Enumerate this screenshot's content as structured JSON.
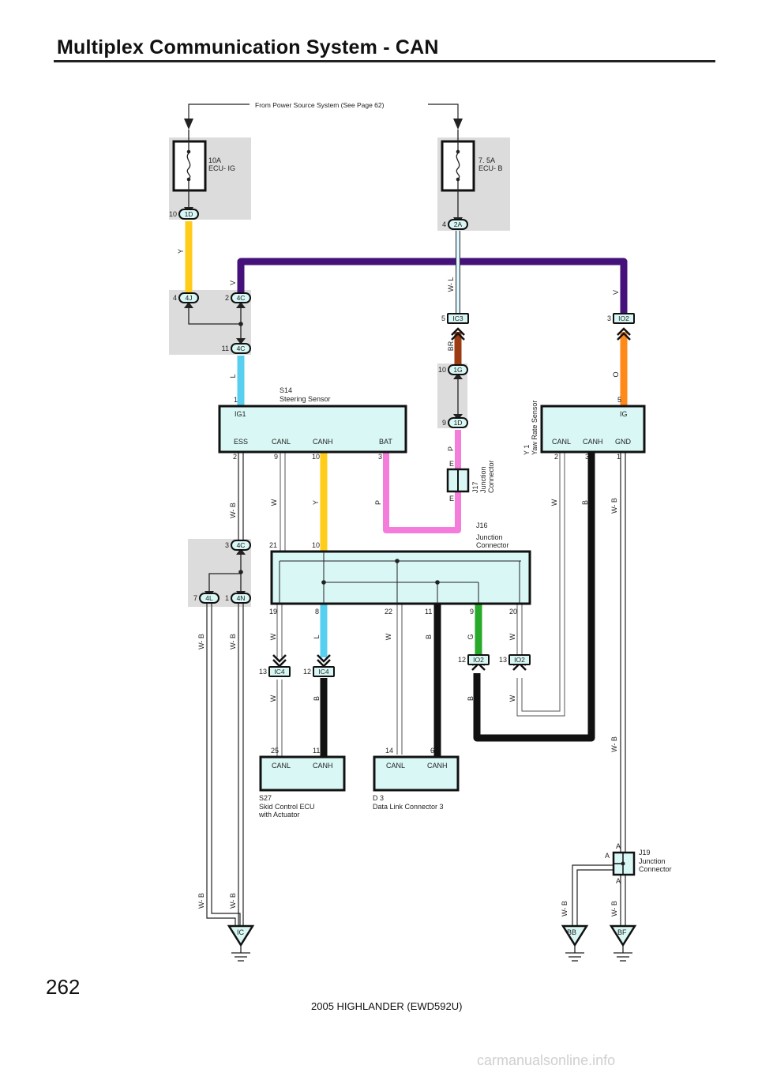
{
  "title": "Multiplex Communication System - CAN",
  "page_number": "262",
  "footer": "2005 HIGHLANDER (EWD592U)",
  "watermark": "carmanualsonline.info",
  "source_label": "From Power Source System (See Page 62)",
  "fuses": {
    "left": {
      "rating": "10A",
      "name": "ECU- IG"
    },
    "right": {
      "rating": "7. 5A",
      "name": "ECU- B"
    }
  },
  "connectors": {
    "c_1d_top": {
      "pin": "10",
      "id": "1D"
    },
    "c_2a": {
      "pin": "4",
      "id": "2A"
    },
    "c_4j": {
      "pin": "4",
      "id": "4J"
    },
    "c_4c_2": {
      "pin": "2",
      "id": "4C"
    },
    "c_4c_11": {
      "pin": "11",
      "id": "4C"
    },
    "c_ic3": {
      "pin": "5",
      "id": "IC3"
    },
    "c_io2_3": {
      "pin": "3",
      "id": "IO2"
    },
    "c_1g": {
      "pin": "10",
      "id": "1G"
    },
    "c_1d_9": {
      "pin": "9",
      "id": "1D"
    },
    "c_4c_3": {
      "pin": "3",
      "id": "4C"
    },
    "c_4l": {
      "pin": "7",
      "id": "4L"
    },
    "c_4n": {
      "pin": "1",
      "id": "4N"
    },
    "c_ic4_13": {
      "pin": "13",
      "id": "IC4"
    },
    "c_ic4_12": {
      "pin": "12",
      "id": "IC4"
    },
    "c_io2_12": {
      "pin": "12",
      "id": "IO2"
    },
    "c_io2_13": {
      "pin": "13",
      "id": "IO2"
    }
  },
  "wires": {
    "y_top": "Y",
    "v_left": "V",
    "wl": "W- L",
    "v_right": "V",
    "l_top": "L",
    "br": "BR",
    "o": "O",
    "p_mid": "P",
    "wb1": "W- B",
    "w_canl": "W",
    "y_canh": "Y",
    "p_bat": "P",
    "w_yaw": "W",
    "b_yaw": "B",
    "wb_yaw": "W- B",
    "wb_4l": "W- B",
    "wb_4n": "W- B",
    "w19": "W",
    "l8": "L",
    "w22": "W",
    "b11": "B",
    "g9": "G",
    "w20": "W",
    "w_ic4": "W",
    "b_ic4": "B",
    "b_io2": "B",
    "w_io2": "W",
    "wb_mid": "W- B",
    "wb_ic_l": "W- B",
    "wb_ic_r": "W- B",
    "wb_bb": "W- B",
    "wb_bf": "W- B"
  },
  "components": {
    "steering": {
      "code": "S14",
      "name": "Steering Sensor",
      "pin_ig1": "1",
      "ig1": "IG1",
      "pins": [
        "ESS",
        "CANL",
        "CANH",
        "BAT"
      ],
      "pin_nums": [
        "2",
        "9",
        "10",
        "3"
      ]
    },
    "yaw": {
      "code": "Y 1",
      "name": "Yaw Rate Sensor",
      "ig": "IG",
      "pin_ig": "5",
      "pins": [
        "CANL",
        "CANH",
        "GND"
      ],
      "pin_nums": [
        "2",
        "3",
        "1"
      ]
    },
    "j17": {
      "code": "J17",
      "line1": "Junction",
      "line2": "Connector",
      "pin_top": "E",
      "pin_bot": "E"
    },
    "j16": {
      "code": "J16",
      "line1": "Junction",
      "line2": "Connector",
      "top_pins": [
        "21",
        "10"
      ],
      "bottom_pins": [
        "19",
        "8",
        "22",
        "11",
        "9",
        "20"
      ]
    },
    "skid": {
      "code": "S27",
      "line1": "Skid Control ECU",
      "line2": "with Actuator",
      "pins": [
        "CANL",
        "CANH"
      ],
      "pin_nums": [
        "25",
        "11"
      ]
    },
    "dlc": {
      "code": "D 3",
      "name": "Data Link Connector 3",
      "pins": [
        "CANL",
        "CANH"
      ],
      "pin_nums": [
        "14",
        "6"
      ]
    },
    "j19": {
      "code": "J19",
      "line1": "Junction",
      "line2": "Connector",
      "a1": "A",
      "a2": "A",
      "a3": "A"
    }
  },
  "grounds": {
    "ic": "IC",
    "bb": "BB",
    "bf": "BF"
  },
  "colors": {
    "yellow": "#ffcc1a",
    "violet": "#44127a",
    "light_blue": "#59cff0",
    "brown": "#9c3b12",
    "orange": "#ff8a1a",
    "pink": "#f47ddc",
    "green": "#27a92a",
    "black": "#111111",
    "panel_gray": "#dcdcdc",
    "component_fill": "#d8f7f5"
  }
}
